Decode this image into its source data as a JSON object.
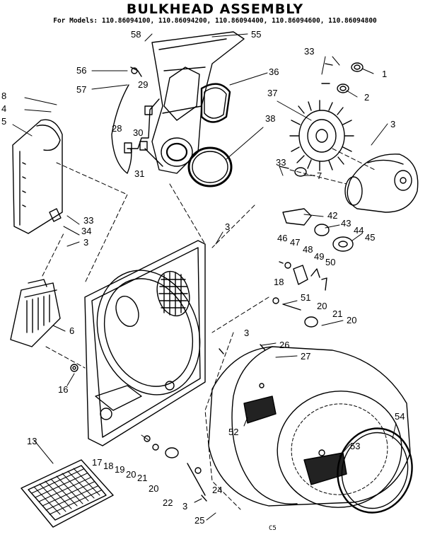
{
  "header": {
    "title": "BULKHEAD ASSEMBLY",
    "models": "For Models: 110.86094100, 110.86094200, 110.86094400, 110.86094600, 110.86094800"
  },
  "footer": {
    "code": "C5"
  },
  "callouts": [
    {
      "id": "c1",
      "text": "1"
    },
    {
      "id": "c2",
      "text": "2"
    },
    {
      "id": "c3a",
      "text": "3"
    },
    {
      "id": "c3b",
      "text": "3"
    },
    {
      "id": "c3c",
      "text": "3"
    },
    {
      "id": "c3d",
      "text": "3"
    },
    {
      "id": "c3e",
      "text": "3"
    },
    {
      "id": "c4",
      "text": "4"
    },
    {
      "id": "c5",
      "text": "5"
    },
    {
      "id": "c6",
      "text": "6"
    },
    {
      "id": "c7",
      "text": "7"
    },
    {
      "id": "c8",
      "text": "8"
    },
    {
      "id": "c13",
      "text": "13"
    },
    {
      "id": "c16",
      "text": "16"
    },
    {
      "id": "c17",
      "text": "17"
    },
    {
      "id": "c18a",
      "text": "18"
    },
    {
      "id": "c18b",
      "text": "18"
    },
    {
      "id": "c19",
      "text": "19"
    },
    {
      "id": "c20a",
      "text": "20"
    },
    {
      "id": "c20b",
      "text": "20"
    },
    {
      "id": "c20c",
      "text": "20"
    },
    {
      "id": "c20d",
      "text": "20"
    },
    {
      "id": "c21a",
      "text": "21"
    },
    {
      "id": "c21b",
      "text": "21"
    },
    {
      "id": "c22",
      "text": "22"
    },
    {
      "id": "c24",
      "text": "24"
    },
    {
      "id": "c25",
      "text": "25"
    },
    {
      "id": "c26",
      "text": "26"
    },
    {
      "id": "c27",
      "text": "27"
    },
    {
      "id": "c28",
      "text": "28"
    },
    {
      "id": "c29",
      "text": "29"
    },
    {
      "id": "c30",
      "text": "30"
    },
    {
      "id": "c31",
      "text": "31"
    },
    {
      "id": "c33a",
      "text": "33"
    },
    {
      "id": "c33b",
      "text": "33"
    },
    {
      "id": "c33c",
      "text": "33"
    },
    {
      "id": "c34",
      "text": "34"
    },
    {
      "id": "c36",
      "text": "36"
    },
    {
      "id": "c37",
      "text": "37"
    },
    {
      "id": "c38",
      "text": "38"
    },
    {
      "id": "c42",
      "text": "42"
    },
    {
      "id": "c43",
      "text": "43"
    },
    {
      "id": "c44",
      "text": "44"
    },
    {
      "id": "c45",
      "text": "45"
    },
    {
      "id": "c46",
      "text": "46"
    },
    {
      "id": "c47",
      "text": "47"
    },
    {
      "id": "c48",
      "text": "48"
    },
    {
      "id": "c49",
      "text": "49"
    },
    {
      "id": "c50",
      "text": "50"
    },
    {
      "id": "c51",
      "text": "51"
    },
    {
      "id": "c52",
      "text": "52"
    },
    {
      "id": "c53",
      "text": "53"
    },
    {
      "id": "c54",
      "text": "54"
    },
    {
      "id": "c55",
      "text": "55"
    },
    {
      "id": "c56",
      "text": "56"
    },
    {
      "id": "c57",
      "text": "57"
    },
    {
      "id": "c58",
      "text": "58"
    }
  ]
}
